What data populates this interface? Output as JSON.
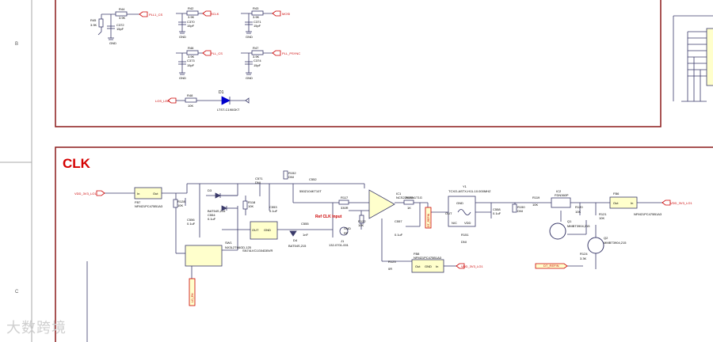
{
  "zone_labels": {
    "B": "B",
    "C": "C"
  },
  "section_title": "CLK",
  "colors": {
    "border": "#8b1a1a",
    "net": "#cc0000",
    "wire": "#3a3a6a",
    "component": "#000000",
    "fill": "#ffffcc",
    "title": "#d40000"
  },
  "top": {
    "r_top1": "R44",
    "r_top1_val": "3.9K",
    "net_top1": "PLL1_CS",
    "r_top1_left": "R45",
    "r_top1_left_val": "3.9K",
    "cap_top1": "C372",
    "cap_top1_val": "15pF",
    "gnd": "GND",
    "r_mid1": "R42",
    "r_mid1_val": "3.9K",
    "net_mid1": "SCLK",
    "cap_mid1": "C370",
    "cap_mid1_val": "15pF",
    "r_right1": "R43",
    "r_right1_val": "3.9K",
    "net_right1": "MOSI",
    "cap_right1": "C371",
    "cap_right1_val": "15pF",
    "r_mid2": "R46",
    "r_mid2_val": "3.9K",
    "net_mid2": "PLL_CS",
    "cap_mid2": "C373",
    "cap_mid2_val": "15pF",
    "r_right2": "R47",
    "r_right2_val": "3.9K",
    "net_right2": "PLL_PSYNC",
    "cap_right2": "C374",
    "cap_right2_val": "15pF",
    "led_net": "LOS_LED",
    "led_r": "R48",
    "led_r_val": "10K",
    "led_ref": "D1",
    "led_part": "LTST-C190GKT"
  },
  "clk": {
    "vdd_in": "VDD_3V3_LO1",
    "fb_left": "FB7",
    "fb_left_part": "NFM21PC475B1A3",
    "r_128": "R128",
    "r_128_val": "10K",
    "c_556": "C556",
    "c_556_val": "0.1uF",
    "c_554": "C554",
    "c_554_val": "0.1uF",
    "d3": "D3",
    "d3_part": "BAT54S,215",
    "r_118": "R118",
    "r_118_val": "10K",
    "c_571": "C571",
    "c_571_val": "DNI",
    "c_553": "C553",
    "c_553_val": "0.1uF",
    "r_152": "R152",
    "r_152_val": "DNI",
    "c_552": "C552",
    "c_552_val": "550Z104KT10T",
    "osc_label": "OUT",
    "osc_pins": "GND",
    "sw1": "SW1",
    "sw1_part": "NX3L2T66GD,125",
    "u_part": "SN74LVC1G04DBVR",
    "d4": "D4",
    "d4_part": "BAT54S,215",
    "c_555": "C555",
    "c_555_val": "1nF",
    "j1": "J1",
    "j1_part": "132-0701-001",
    "ref_clk": "Ref CLK Input",
    "gnd1": "GND",
    "rf": "RF",
    "r_117": "R117",
    "r_117_val": "330R",
    "r_122": "R122",
    "r_122_val": "10K",
    "ic1": "IC1",
    "ic1_part": "NCS2200SN1T1G",
    "r_159": "R159",
    "r_159_val": "1K",
    "c_557": "C557",
    "c_557_val": "0.1uF",
    "dt_refin_v": "DT_REFIN",
    "y1": "Y1",
    "y1_part": "TCXO-ASTX-H11-10.000MHZ",
    "y1_nc": "N/C",
    "y1_vdd": "VDD",
    "y1_out": "OUT",
    "y1_gnd": "GND",
    "r_151": "R151",
    "r_151_val": "DNI",
    "c_558": "C558",
    "c_558_val": "0.1uF",
    "r_150": "R150",
    "r_150_val": "DNI",
    "r_119": "R119",
    "r_119_val": "10K",
    "ic2": "IC2",
    "ic2_part": "FDN360P",
    "r_120": "R120",
    "r_120_val": "10K",
    "r_121": "R121",
    "r_121_val": "10K",
    "q1": "Q1",
    "q1_part": "MMBT3904,215",
    "q2": "Q2",
    "q2_part": "MMBT3904,215",
    "r_124": "R124",
    "r_124_val": "3.3K",
    "fb_right": "FB6",
    "fb_right_part": "NFM21PC475B1A3",
    "vdd_right": "VDD_3V3_LO1",
    "fb_mid": "FB8",
    "fb_mid_part": "NFM21PC475B1A3",
    "r_123": "R123",
    "r_123_val": "0R",
    "vdd_mid": "VDD_3V3_LO1",
    "dt_refin_h": "DT_REFIN",
    "lo_en": "LO_EN",
    "fb_pins_in": "In",
    "fb_pins_out": "Out",
    "fb_pins_gnd": "GND"
  },
  "watermark": "大数跨境"
}
